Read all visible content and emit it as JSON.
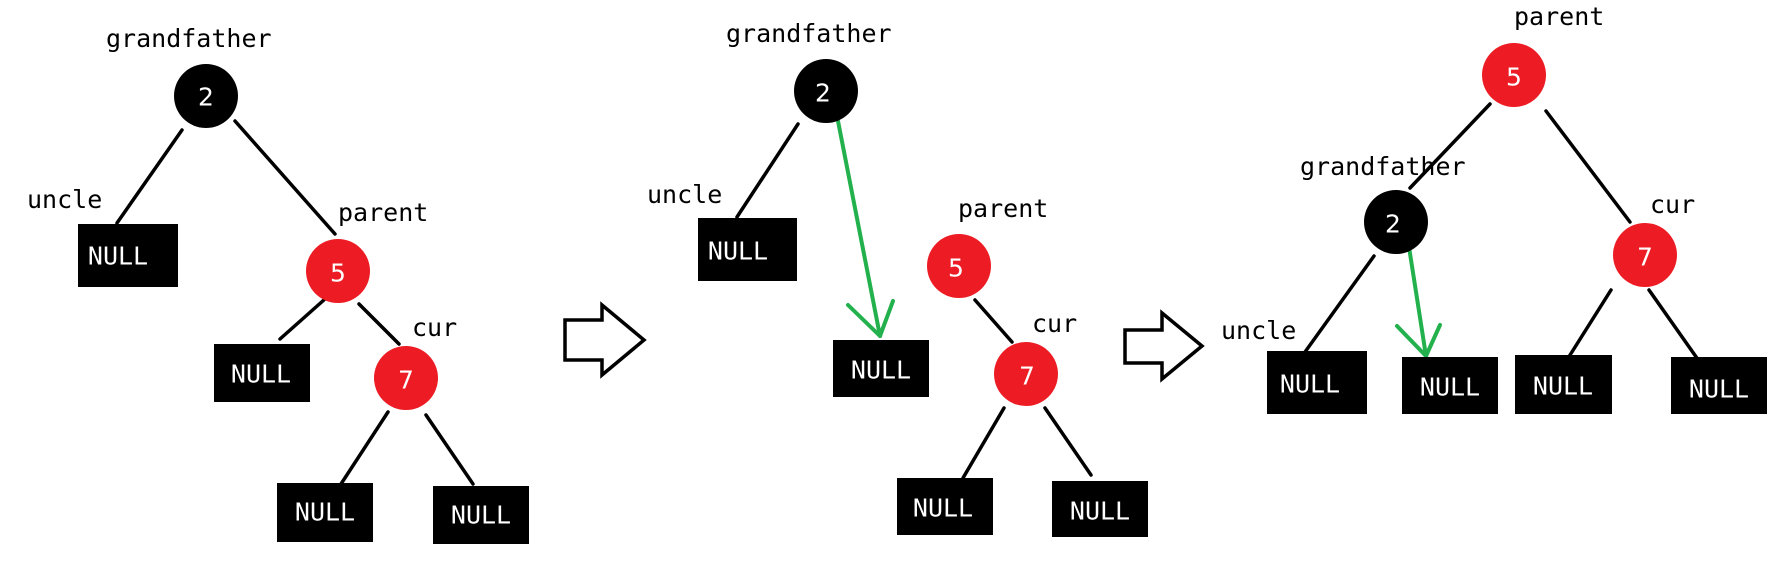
{
  "colors": {
    "red": "#ed1c24",
    "black": "#000000",
    "move_arrow": "#22b14c"
  },
  "null_label": "NULL",
  "panels": [
    {
      "labels": {
        "grandfather": "grandfather",
        "uncle": "uncle",
        "parent": "parent",
        "cur": "cur"
      },
      "nodes": {
        "grandfather": "2",
        "parent": "5",
        "cur": "7"
      }
    },
    {
      "labels": {
        "grandfather": "grandfather",
        "uncle": "uncle",
        "parent": "parent",
        "cur": "cur"
      },
      "nodes": {
        "grandfather": "2",
        "parent": "5",
        "cur": "7"
      }
    },
    {
      "labels": {
        "parent": "parent",
        "grandfather": "grandfather",
        "cur": "cur",
        "uncle": "uncle"
      },
      "nodes": {
        "parent": "5",
        "grandfather": "2",
        "cur": "7"
      }
    }
  ],
  "transition_arrows": [
    "step-1-to-2",
    "step-2-to-3"
  ]
}
